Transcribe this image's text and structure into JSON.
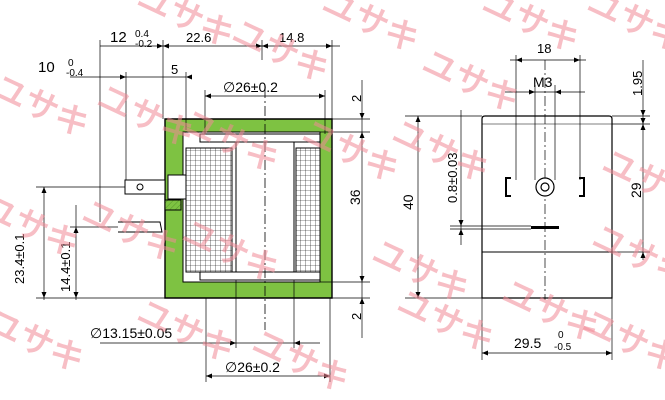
{
  "drawing": {
    "left_view": {
      "dim_12": "12",
      "dim_12_tol_upper": "0.4",
      "dim_12_tol_lower": "-0.2",
      "dim_10": "10",
      "dim_10_tol_upper": "0",
      "dim_10_tol_lower": "-0.4",
      "dim_22_6": "22.6",
      "dim_14_8": "14.8",
      "dim_5": "5",
      "dia_26_top": "∅26±0.2",
      "dim_2_top": "2",
      "dim_36": "36",
      "dim_2_bottom": "2",
      "dim_23_4": "23.4±0.1",
      "dim_14_4": "14.4±0.1",
      "dia_13_15": "∅13.15±0.05",
      "dia_26_bottom": "∅26±0.2"
    },
    "right_view": {
      "dim_18": "18",
      "thread_m3": "M3",
      "dim_1_95": "1.95",
      "dim_40": "40",
      "dim_0_8": "0.8±0.03",
      "dim_29": "29",
      "dim_29_5": "29.5",
      "dim_29_5_tol_upper": "0",
      "dim_29_5_tol_lower": "-0.5"
    },
    "colors": {
      "line": "#000000",
      "insulation_fill": "#7ec242",
      "watermark": "#f28a96"
    },
    "watermark_text": "ユサキ"
  }
}
